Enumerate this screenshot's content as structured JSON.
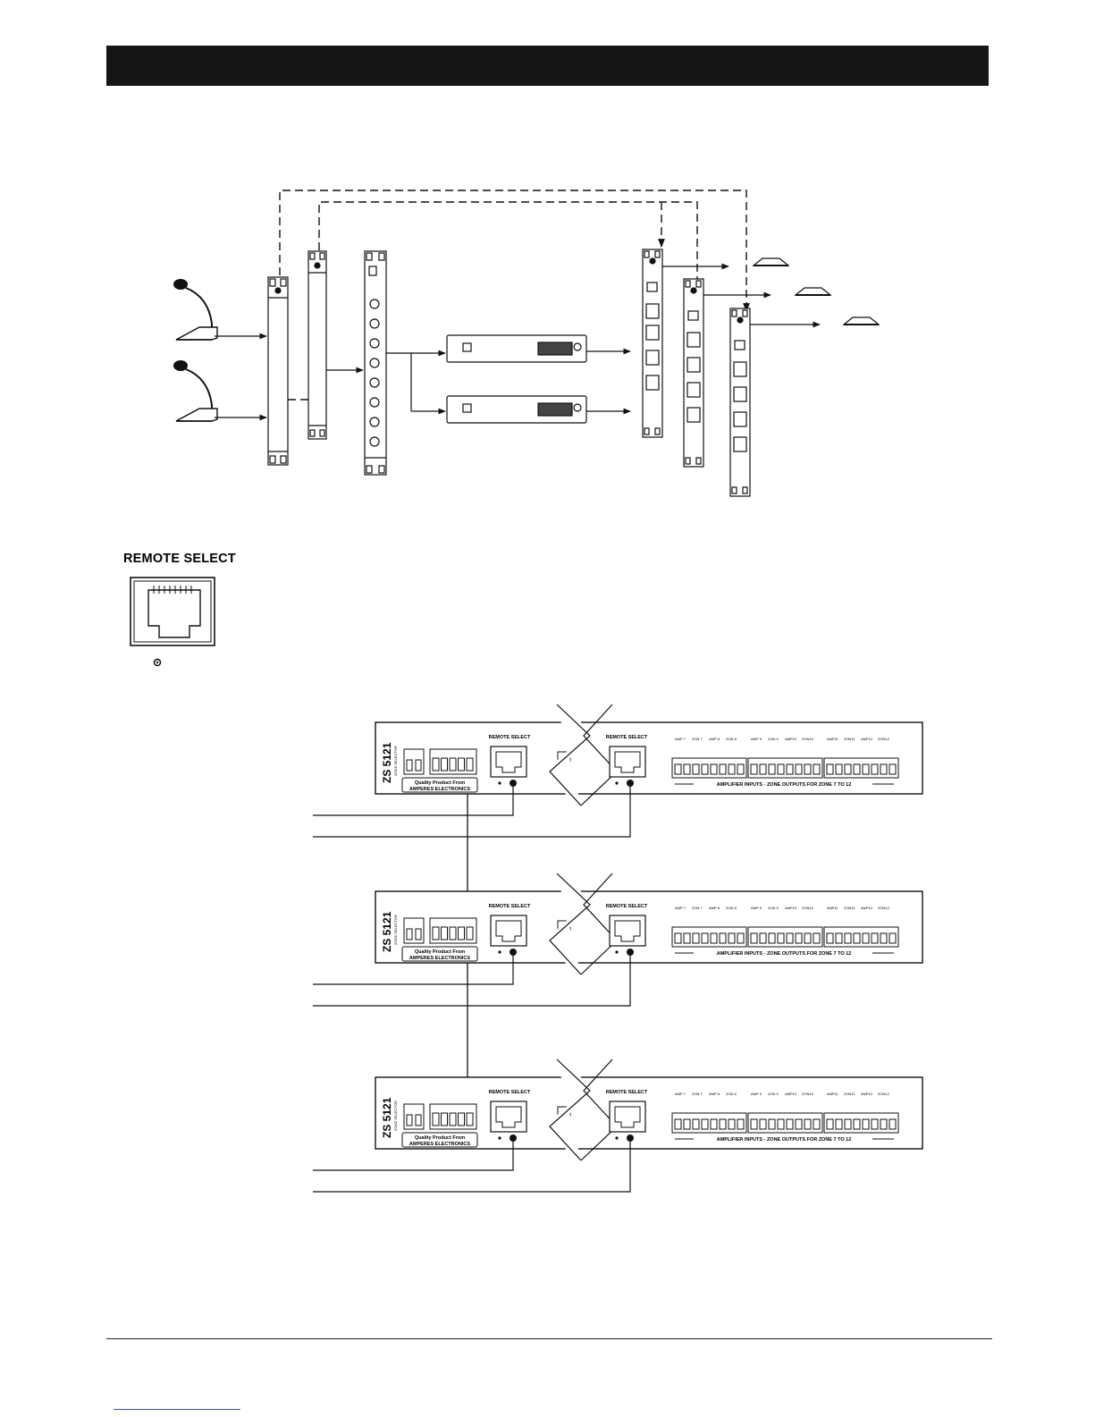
{
  "connector_callout": {
    "title": "REMOTE SELECT"
  },
  "zone_selector_unit": {
    "model": "ZS 5121",
    "subtitle": "ZONE SELECTOR",
    "remote_label": "REMOTE SELECT",
    "quality_label": "Quality Product From",
    "brand_label": "AMPERES ELECTRONICS",
    "outputs_label": "AMPLIFIER INPUTS - ZONE OUTPUTS FOR ZONE 7 TO 12",
    "terminal_group_labels": [
      [
        "AMP 7",
        "ZON 7",
        "AMP 8",
        "ZON 8"
      ],
      [
        "AMP 9",
        "ZON 9",
        "AMP10",
        "ZON10"
      ],
      [
        "AMP11",
        "ZON11",
        "AMP12",
        "ZON12"
      ]
    ]
  }
}
